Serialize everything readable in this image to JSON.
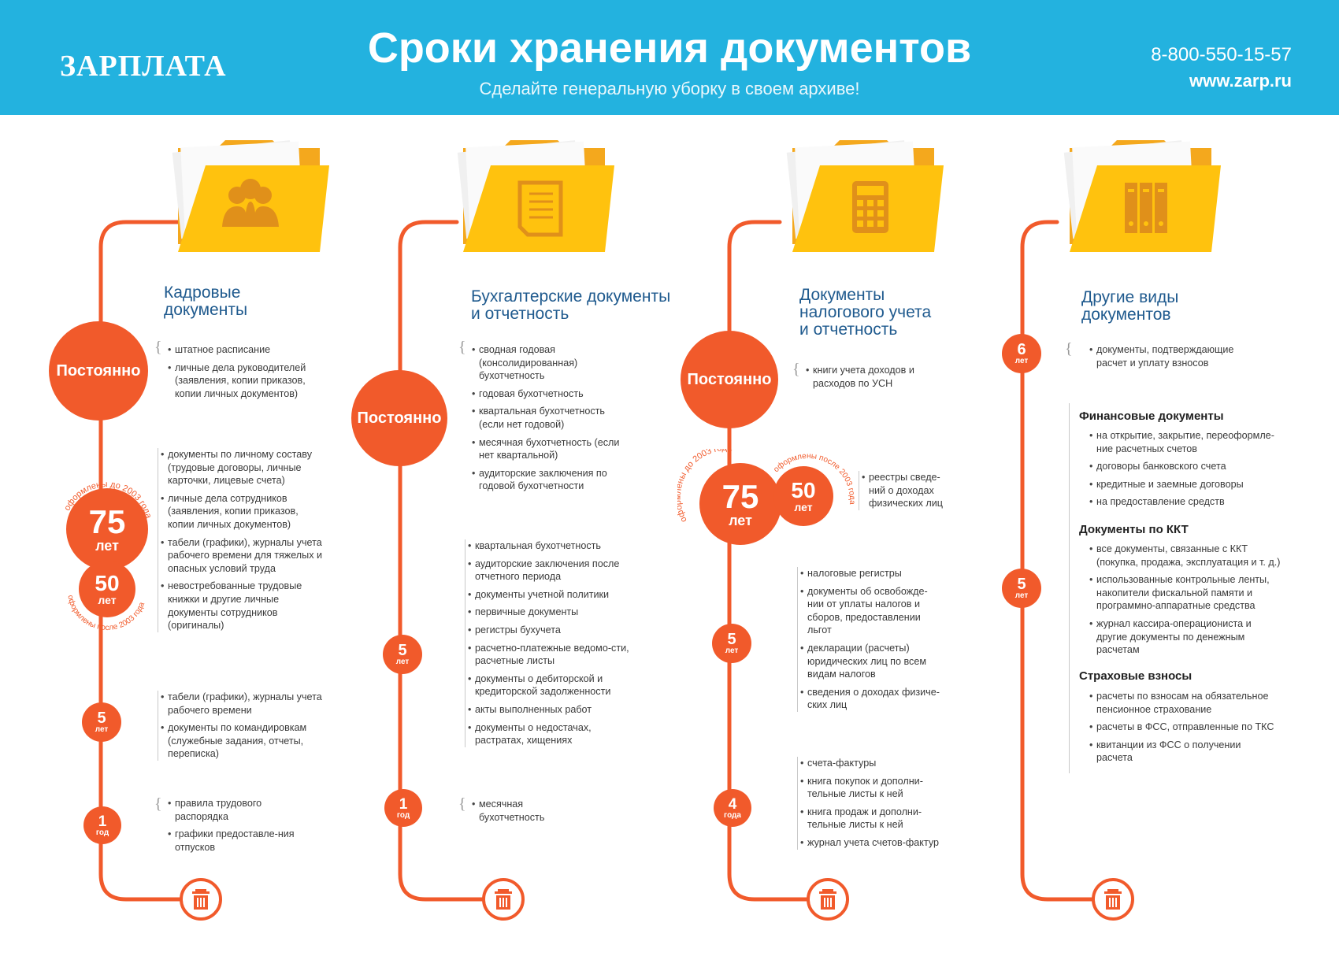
{
  "header": {
    "logo": "ЗАРПЛАТА",
    "title": "Сроки хранения документов",
    "subtitle": "Сделайте генеральную уборку в своем архиве!",
    "phone": "8-800-550-15-57",
    "site": "www.zarp.ru"
  },
  "colors": {
    "header_bg": "#23b2df",
    "accent": "#f15a2b",
    "folder": "#ffc107",
    "category_text": "#1f5a8e"
  },
  "columns": [
    {
      "icon": "people-icon",
      "category": [
        "Кадровые",
        "документы"
      ],
      "groups": [
        {
          "badge": {
            "value": "Постоянно",
            "unit": ""
          },
          "items": [
            "штатное расписание",
            "личные дела руководителей (заявления, копии приказов, копии личных документов)"
          ]
        },
        {
          "badge": {
            "value": "75",
            "unit": "лет"
          },
          "badge2": {
            "value": "50",
            "unit": "лет"
          },
          "arc_top": "оформлены до 2003 года",
          "arc_bottom": "оформлены после 2003 года",
          "items": [
            "документы по личному составу (трудовые договоры, личные карточки, лицевые счета)",
            "личные дела сотрудников (заявления, копии приказов, копии личных документов)",
            "табели (графики), журналы учета рабочего времени для тяжелых и опасных условий труда",
            "невостребованные трудовые книжки и другие личные документы сотрудников (оригиналы)"
          ]
        },
        {
          "badge": {
            "value": "5",
            "unit": "лет"
          },
          "items": [
            "табели (графики), журналы учета рабочего времени",
            "документы по командировкам (служебные задания, отчеты, переписка)"
          ]
        },
        {
          "badge": {
            "value": "1",
            "unit": "год"
          },
          "items": [
            "правила трудового распорядка",
            "графики предоставле-ния отпусков"
          ]
        }
      ]
    },
    {
      "icon": "document-icon",
      "category": [
        "Бухгалтерские документы",
        "и отчетность"
      ],
      "groups": [
        {
          "badge": {
            "value": "Постоянно",
            "unit": ""
          },
          "items": [
            "сводная годовая (консолидированная) бухотчетность",
            "годовая бухотчетность",
            "квартальная бухотчетность (если нет годовой)",
            "месячная бухотчетность (если нет квартальной)",
            "аудиторские заключения по годовой бухотчетности"
          ]
        },
        {
          "badge": {
            "value": "5",
            "unit": "лет"
          },
          "items": [
            "квартальная бухотчетность",
            "аудиторские заключения после отчетного периода",
            "документы учетной политики",
            "первичные документы",
            "регистры бухучета",
            "расчетно-платежные ведомо-сти, расчетные листы",
            "документы о дебиторской и кредиторской задолженности",
            "акты выполненных работ",
            "документы о недостачах, растратах, хищениях"
          ]
        },
        {
          "badge": {
            "value": "1",
            "unit": "год"
          },
          "items": [
            "месячная бухотчетность"
          ]
        }
      ]
    },
    {
      "icon": "calculator-icon",
      "category": [
        "Документы",
        "налогового учета",
        "и отчетность"
      ],
      "groups": [
        {
          "badge": {
            "value": "Постоянно",
            "unit": ""
          },
          "items": [
            "книги учета доходов и расходов по УСН"
          ]
        },
        {
          "badge": {
            "value": "75",
            "unit": "лет"
          },
          "badge2": {
            "value": "50",
            "unit": "лет"
          },
          "arc_top": "оформлены до 2003 года",
          "arc_bottom": "оформлены после 2003 года",
          "items": [
            "реестры сведе-ний о доходах физических лиц"
          ]
        },
        {
          "badge": {
            "value": "5",
            "unit": "лет"
          },
          "items": [
            "налоговые регистры",
            "документы об освобожде-нии от уплаты налогов и сборов, предоставлении льгот",
            "декларации (расчеты) юридических лиц по всем видам налогов",
            "сведения о доходах физиче-ских лиц"
          ]
        },
        {
          "badge": {
            "value": "4",
            "unit": "года"
          },
          "items": [
            "счета-фактуры",
            "книга покупок и дополни-тельные листы к ней",
            "книга продаж и дополни-тельные листы к ней",
            "журнал учета счетов-фактур"
          ]
        }
      ]
    },
    {
      "icon": "binders-icon",
      "category": [
        "Другие виды",
        "документов"
      ],
      "groups": [
        {
          "badge": {
            "value": "6",
            "unit": "лет"
          },
          "items": [
            "документы, подтверждающие расчет и уплату взносов"
          ]
        },
        {
          "badge": {
            "value": "5",
            "unit": "лет"
          },
          "sections": [
            {
              "title": "Финансовые документы",
              "items": [
                "на открытие, закрытие, переоформле-ние расчетных счетов",
                "договоры банковского счета",
                "кредитные и заемные договоры",
                "на предоставление средств"
              ]
            },
            {
              "title": "Документы по ККТ",
              "items": [
                "все документы, связанные с ККТ (покупка, продажа, эксплуатация и т. д.)",
                "использованные контрольные ленты, накопители фискальной памяти и программно-аппаратные средства",
                "журнал кассира-операциониста и другие документы по денежным расчетам"
              ]
            },
            {
              "title": "Страховые взносы",
              "items": [
                "расчеты по взносам на обязательное пенсионное страхование",
                "расчеты в ФСС, отправленные по ТКС",
                "квитанции из ФСС о получении расчета"
              ]
            }
          ]
        }
      ]
    }
  ]
}
